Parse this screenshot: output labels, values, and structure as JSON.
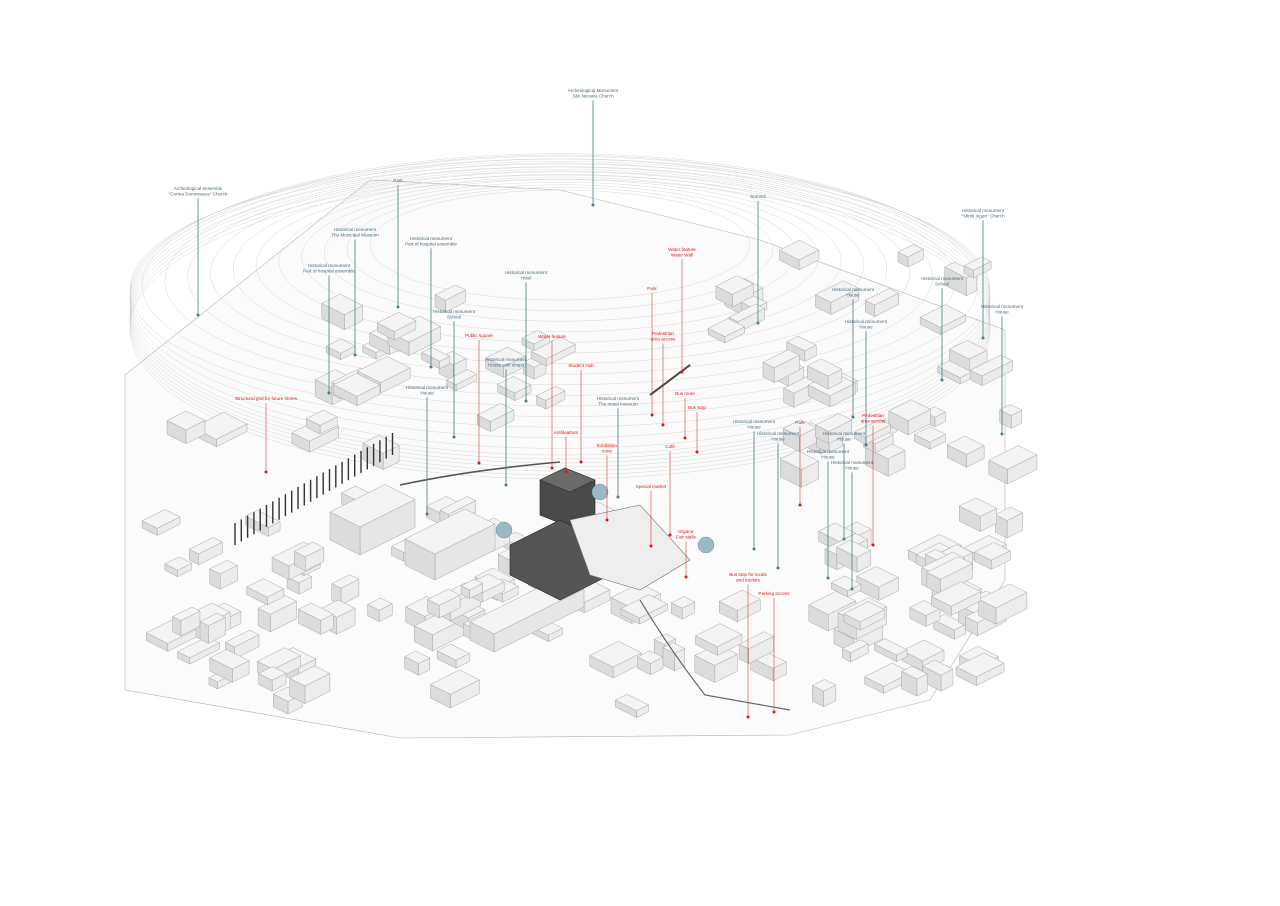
{
  "colors": {
    "historical": "#4a7e8a",
    "intervention": "#e0151b",
    "linework": "#b4b4b4",
    "building_fill": "#ececec",
    "tree": "#9bb9c4",
    "dark_block": "#4a4a4a"
  },
  "historical_labels": [
    {
      "id": "san-nicolas",
      "lines": [
        "Archeological Monument",
        "Sân Nicoara Church"
      ]
    },
    {
      "id": "curtea-domneasca",
      "lines": [
        "Archeological ensemble",
        "\"Curtea Domneasca\" Church"
      ]
    },
    {
      "id": "park-top",
      "lines": [
        "Park"
      ]
    },
    {
      "id": "municipal-museum",
      "lines": [
        "Historical monument",
        "The Municipal Museum"
      ]
    },
    {
      "id": "hospital-1",
      "lines": [
        "Historical monument",
        "Part of hospital ensemble"
      ]
    },
    {
      "id": "hospital-2",
      "lines": [
        "Historical monument",
        "Part of hospital ensemble"
      ]
    },
    {
      "id": "hotel",
      "lines": [
        "Historical monument",
        "Hotel"
      ]
    },
    {
      "id": "summit",
      "lines": [
        "Summit"
      ]
    },
    {
      "id": "sfintii-ingeri",
      "lines": [
        "Historical monument",
        "\"Sfintii Ingeri\" Church"
      ]
    },
    {
      "id": "school-east",
      "lines": [
        "Historical monument",
        "School"
      ]
    },
    {
      "id": "house-ne-1",
      "lines": [
        "Historical monument",
        "House"
      ]
    },
    {
      "id": "house-ne-2",
      "lines": [
        "Historical monument",
        "House"
      ]
    },
    {
      "id": "house-far-east",
      "lines": [
        "Historical monument",
        "House"
      ]
    },
    {
      "id": "school-center",
      "lines": [
        "Historical monument",
        "School"
      ]
    },
    {
      "id": "house-shops",
      "lines": [
        "Historical monument",
        "House with shops"
      ]
    },
    {
      "id": "house-west",
      "lines": [
        "Historical monument",
        "House"
      ]
    },
    {
      "id": "metal-museum",
      "lines": [
        "Historical monument",
        "The metal museum"
      ]
    },
    {
      "id": "house-c1",
      "lines": [
        "Historical monument",
        "House"
      ]
    },
    {
      "id": "house-c2",
      "lines": [
        "Historical monument",
        "House"
      ]
    },
    {
      "id": "house-c3",
      "lines": [
        "Historical monument",
        "House"
      ]
    },
    {
      "id": "house-c4",
      "lines": [
        "Historical monument",
        "House"
      ]
    },
    {
      "id": "house-c5",
      "lines": [
        "Historical monument",
        "House"
      ]
    }
  ],
  "intervention_labels": [
    {
      "id": "water-wall",
      "lines": [
        "Water feature",
        "Water Wall"
      ]
    },
    {
      "id": "park-north",
      "lines": [
        "Park"
      ]
    },
    {
      "id": "pedestrian-north",
      "lines": [
        "Pedestrian",
        "area access"
      ]
    },
    {
      "id": "public-square",
      "lines": [
        "Public square"
      ]
    },
    {
      "id": "water-feature",
      "lines": [
        "Water feature"
      ]
    },
    {
      "id": "student-hub",
      "lines": [
        "Student Hub"
      ]
    },
    {
      "id": "bus-route",
      "lines": [
        "Bus route"
      ]
    },
    {
      "id": "bus-stop",
      "lines": [
        "Bus stop"
      ]
    },
    {
      "id": "structural-grid",
      "lines": [
        "Structural grid for future stores"
      ]
    },
    {
      "id": "amphitheatre",
      "lines": [
        "Amfiteatrum"
      ]
    },
    {
      "id": "exhibition-zone",
      "lines": [
        "Exhibition",
        "zone"
      ]
    },
    {
      "id": "cafe",
      "lines": [
        "Café"
      ]
    },
    {
      "id": "park-east",
      "lines": [
        "Park"
      ]
    },
    {
      "id": "pedestrian-east",
      "lines": [
        "Pedestrian",
        "area access"
      ]
    },
    {
      "id": "special-market",
      "lines": [
        "Special market"
      ]
    },
    {
      "id": "organic-market",
      "lines": [
        "Organic",
        "Fair stalls"
      ]
    },
    {
      "id": "bus-stop-locals",
      "lines": [
        "Bus stop for locals",
        "and tourists"
      ]
    },
    {
      "id": "parking-access",
      "lines": [
        "Parking access"
      ]
    }
  ]
}
